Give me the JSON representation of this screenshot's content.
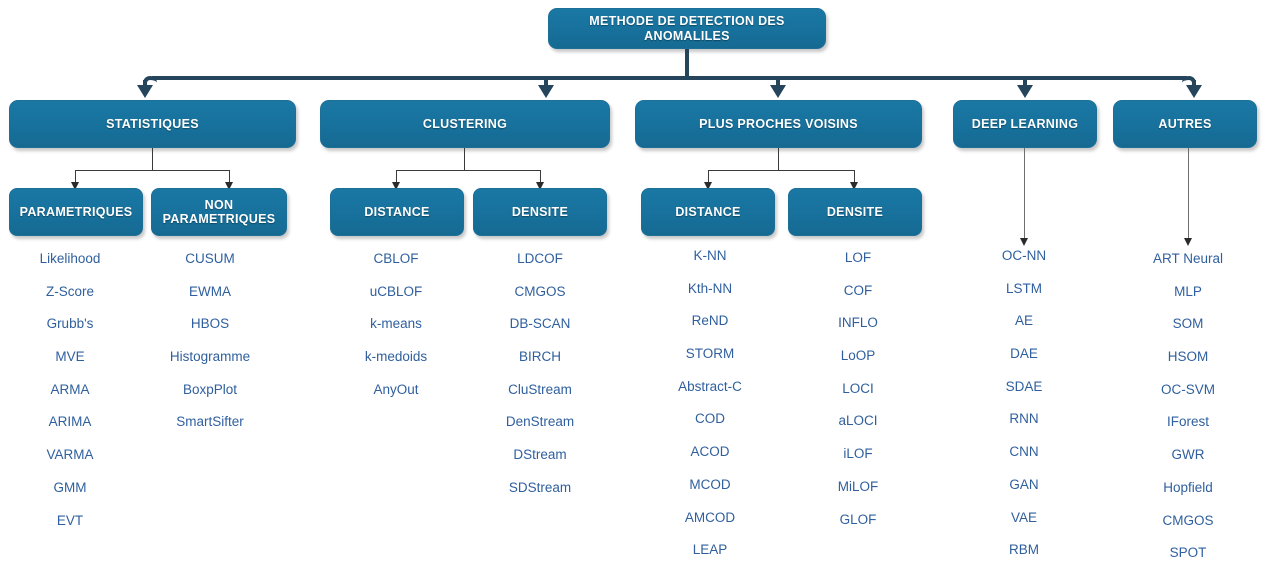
{
  "diagram": {
    "title": "METHODE DE DETECTION DES ANOMALILES",
    "colors": {
      "box_fill": "#17719c",
      "box_border": "#1e6f96",
      "box_text": "#ffffff",
      "thick_connector": "#24455c",
      "thin_connector": "#3a3a3a",
      "leaf_text": "#2f5f9e",
      "background": "#ffffff"
    }
  },
  "root": {
    "label": "METHODE DE DETECTION DES ANOMALILES"
  },
  "categories": [
    {
      "id": "statistiques",
      "label": "STATISTIQUES",
      "subcategories": [
        {
          "id": "parametriques",
          "label": "PARAMETRIQUES",
          "items": [
            "Likelihood",
            "Z-Score",
            "Grubb's",
            "MVE",
            "ARMA",
            "ARIMA",
            "VARMA",
            "GMM",
            "EVT"
          ]
        },
        {
          "id": "non-parametriques",
          "label": "NON PARAMETRIQUES",
          "items": [
            "CUSUM",
            "EWMA",
            "HBOS",
            "Histogramme",
            "BoxpPlot",
            "SmartSifter"
          ]
        }
      ]
    },
    {
      "id": "clustering",
      "label": "CLUSTERING",
      "subcategories": [
        {
          "id": "clustering-distance",
          "label": "DISTANCE",
          "items": [
            "CBLOF",
            "uCBLOF",
            "k-means",
            "k-medoids",
            "AnyOut"
          ]
        },
        {
          "id": "clustering-densite",
          "label": "DENSITE",
          "items": [
            "LDCOF",
            "CMGOS",
            "DB-SCAN",
            "BIRCH",
            "CluStream",
            "DenStream",
            "DStream",
            "SDStream"
          ]
        }
      ]
    },
    {
      "id": "plus-proches-voisins",
      "label": "PLUS PROCHES VOISINS",
      "subcategories": [
        {
          "id": "ppv-distance",
          "label": "DISTANCE",
          "items": [
            "K-NN",
            "Kth-NN",
            "ReND",
            "STORM",
            "Abstract-C",
            "COD",
            "ACOD",
            "MCOD",
            "AMCOD",
            "LEAP"
          ]
        },
        {
          "id": "ppv-densite",
          "label": "DENSITE",
          "items": [
            "LOF",
            "COF",
            "INFLO",
            "LoOP",
            "LOCI",
            "aLOCI",
            "iLOF",
            "MiLOF",
            "GLOF"
          ]
        }
      ]
    },
    {
      "id": "deep-learning",
      "label": "DEEP LEARNING",
      "subcategories": [
        {
          "id": "deep-learning-items",
          "label": "",
          "items": [
            "OC-NN",
            "LSTM",
            "AE",
            "DAE",
            "SDAE",
            "RNN",
            "CNN",
            "GAN",
            "VAE",
            "RBM"
          ]
        }
      ]
    },
    {
      "id": "autres",
      "label": "AUTRES",
      "subcategories": [
        {
          "id": "autres-items",
          "label": "",
          "items": [
            "ART Neural",
            "MLP",
            "SOM",
            "HSOM",
            "OC-SVM",
            "IForest",
            "GWR",
            "Hopfield",
            "CMGOS",
            "SPOT"
          ]
        }
      ]
    }
  ]
}
